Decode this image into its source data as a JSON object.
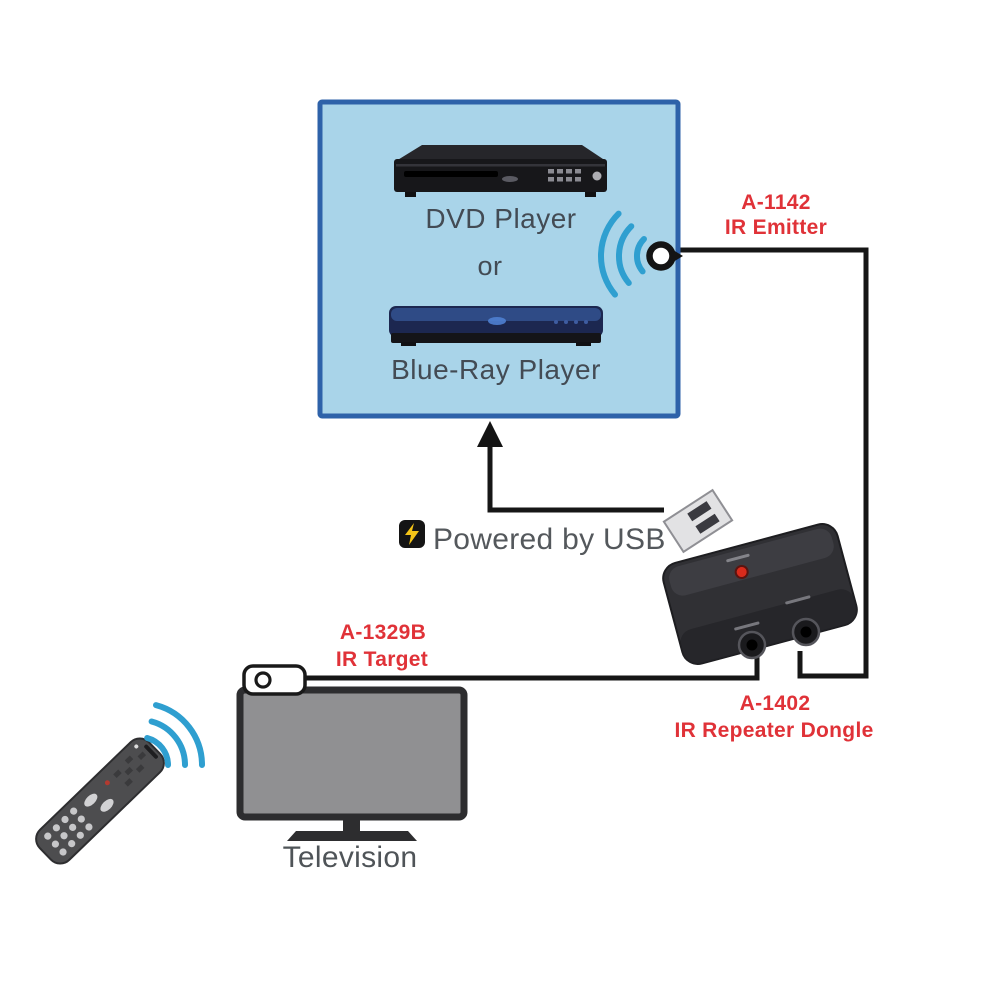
{
  "source_box": {
    "dvd_label": "DVD Player",
    "or_label": "or",
    "bluray_label": "Blue-Ray Player"
  },
  "parts": {
    "emitter": {
      "model": "A-1142",
      "name": "IR Emitter"
    },
    "target": {
      "model": "A-1329B",
      "name": "IR Target"
    },
    "dongle": {
      "model": "A-1402",
      "name": "IR Repeater Dongle"
    }
  },
  "captions": {
    "powered_by_usb": "Powered by USB",
    "television": "Television"
  },
  "icons": {
    "lightning": "lightning-bolt",
    "ir_waves": "infrared-signal-arcs"
  },
  "colors": {
    "box_fill": "#a9d4e9",
    "box_border": "#2e62a9",
    "label_red": "#e03238",
    "wave_blue": "#2f9fd0",
    "cable_black": "#161616",
    "caption_gray": "#4b5257",
    "tv_gray": "#909092",
    "device_black": "#303034"
  }
}
